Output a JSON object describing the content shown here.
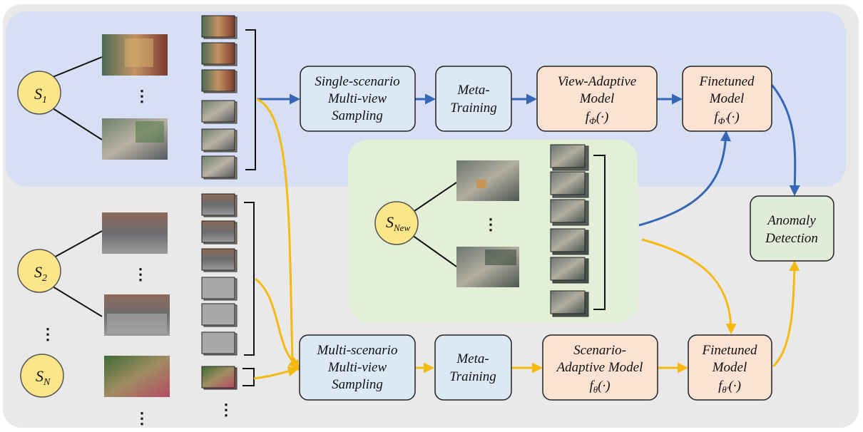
{
  "scenarios": {
    "s1": {
      "base": "S",
      "sub": "1"
    },
    "s2": {
      "base": "S",
      "sub": "2"
    },
    "sn": {
      "base": "S",
      "sub": "N"
    },
    "snew": {
      "base": "S",
      "sub": "New"
    },
    "vertical_dots": "⋮",
    "ellipsis_dots": "⋮"
  },
  "top_row": {
    "sampling": [
      "Single-scenario",
      "Multi-view",
      "Sampling"
    ],
    "meta_training": [
      "Meta-",
      "Training"
    ],
    "adaptive_model": [
      "View-Adaptive",
      "Model"
    ],
    "adaptive_formula": {
      "f": "f",
      "sub": "Φ",
      "args": "(·)"
    },
    "finetuned": [
      "Finetuned",
      "Model"
    ],
    "finetuned_formula": {
      "f": "f",
      "sub": "Φ'",
      "args": "(·)"
    }
  },
  "bottom_row": {
    "sampling": [
      "Multi-scenario",
      "Multi-view",
      "Sampling"
    ],
    "meta_training": [
      "Meta-",
      "Training"
    ],
    "adaptive_model": [
      "Scenario-",
      "Adaptive Model"
    ],
    "adaptive_formula": {
      "f": "f",
      "sub": "θ",
      "args": "(·)"
    },
    "finetuned": [
      "Finetuned",
      "Model"
    ],
    "finetuned_formula": {
      "f": "f",
      "sub": "θ'",
      "args": "(·)"
    }
  },
  "output": [
    "Anomaly",
    "Detection"
  ],
  "colors": {
    "blue_region": "#d6dff3",
    "gray_region": "#e9e9e9",
    "green_region": "#e3efd6",
    "scenario_circle": "#fde58a",
    "sampling_box": "#dde8f6",
    "model_box": "#fbe2d3",
    "detection_box": "#e1edda",
    "blue_arrow": "#3567b4",
    "yellow_arrow": "#f6b90f"
  }
}
